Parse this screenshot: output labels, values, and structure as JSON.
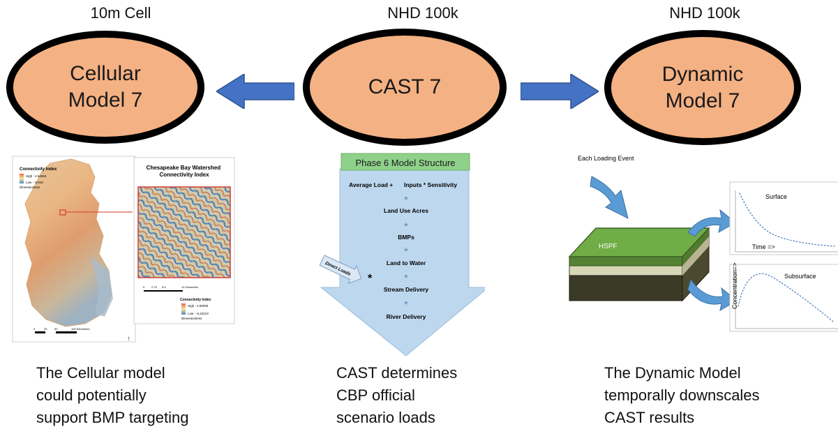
{
  "resolutions": {
    "left": "10m Cell",
    "center": "NHD 100k",
    "right": "NHD 100k"
  },
  "models": {
    "cellular": [
      "Cellular",
      "Model 7"
    ],
    "cast": "CAST 7",
    "dynamic": [
      "Dynamic",
      "Model 7"
    ]
  },
  "colors": {
    "oval_fill": "#f4b183",
    "arrow_blue": "#4472c4",
    "structure_header": "#8fd18a",
    "structure_arrow": "#bdd7ee",
    "asterisk": "#4f81bd",
    "slab_top": "#70ad47",
    "slab_mid": "#d9d6b8",
    "slab_bottom": "#3b3a27"
  },
  "connectivity_map": {
    "legend_title": "Connectivity Index",
    "high": "High : 2.54846",
    "low": "Low : -6.818",
    "unit": "Dimensionless",
    "title": "Chesapeake Bay Watershed Connectivity Index",
    "inset_legend_title": "Connectivity Index",
    "inset_high": "High : 2.50090",
    "inset_low": "Low : -6.34213",
    "inset_unit": "Dimensionless",
    "inset_scale": [
      "0",
      "2.75",
      "5.5",
      "11 Kilometers"
    ],
    "main_scale": [
      "0",
      "25",
      "50",
      "100 Kilometers"
    ]
  },
  "phase6": {
    "title": "Phase 6 Model Structure",
    "line1_left": "Average Load +",
    "line1_right": "Inputs * Sensitivity",
    "steps": [
      "Land Use Acres",
      "BMPs",
      "Land to Water",
      "Stream Delivery",
      "River Delivery"
    ],
    "direct_loads": "Direct Loads"
  },
  "dynamic_diagram": {
    "event_label": "Each Loading Event",
    "hspf": "HSPF",
    "surface": "Surface",
    "subsurface": "Subsurface",
    "time": "Time =>",
    "concentration": "Concentration=>"
  },
  "captions": {
    "cellular": "The Cellular model\ncould potentially\nsupport BMP targeting",
    "cast": "CAST determines\nCBP official\nscenario loads",
    "dynamic": "The Dynamic Model\ntemporally downscales\nCAST results"
  }
}
